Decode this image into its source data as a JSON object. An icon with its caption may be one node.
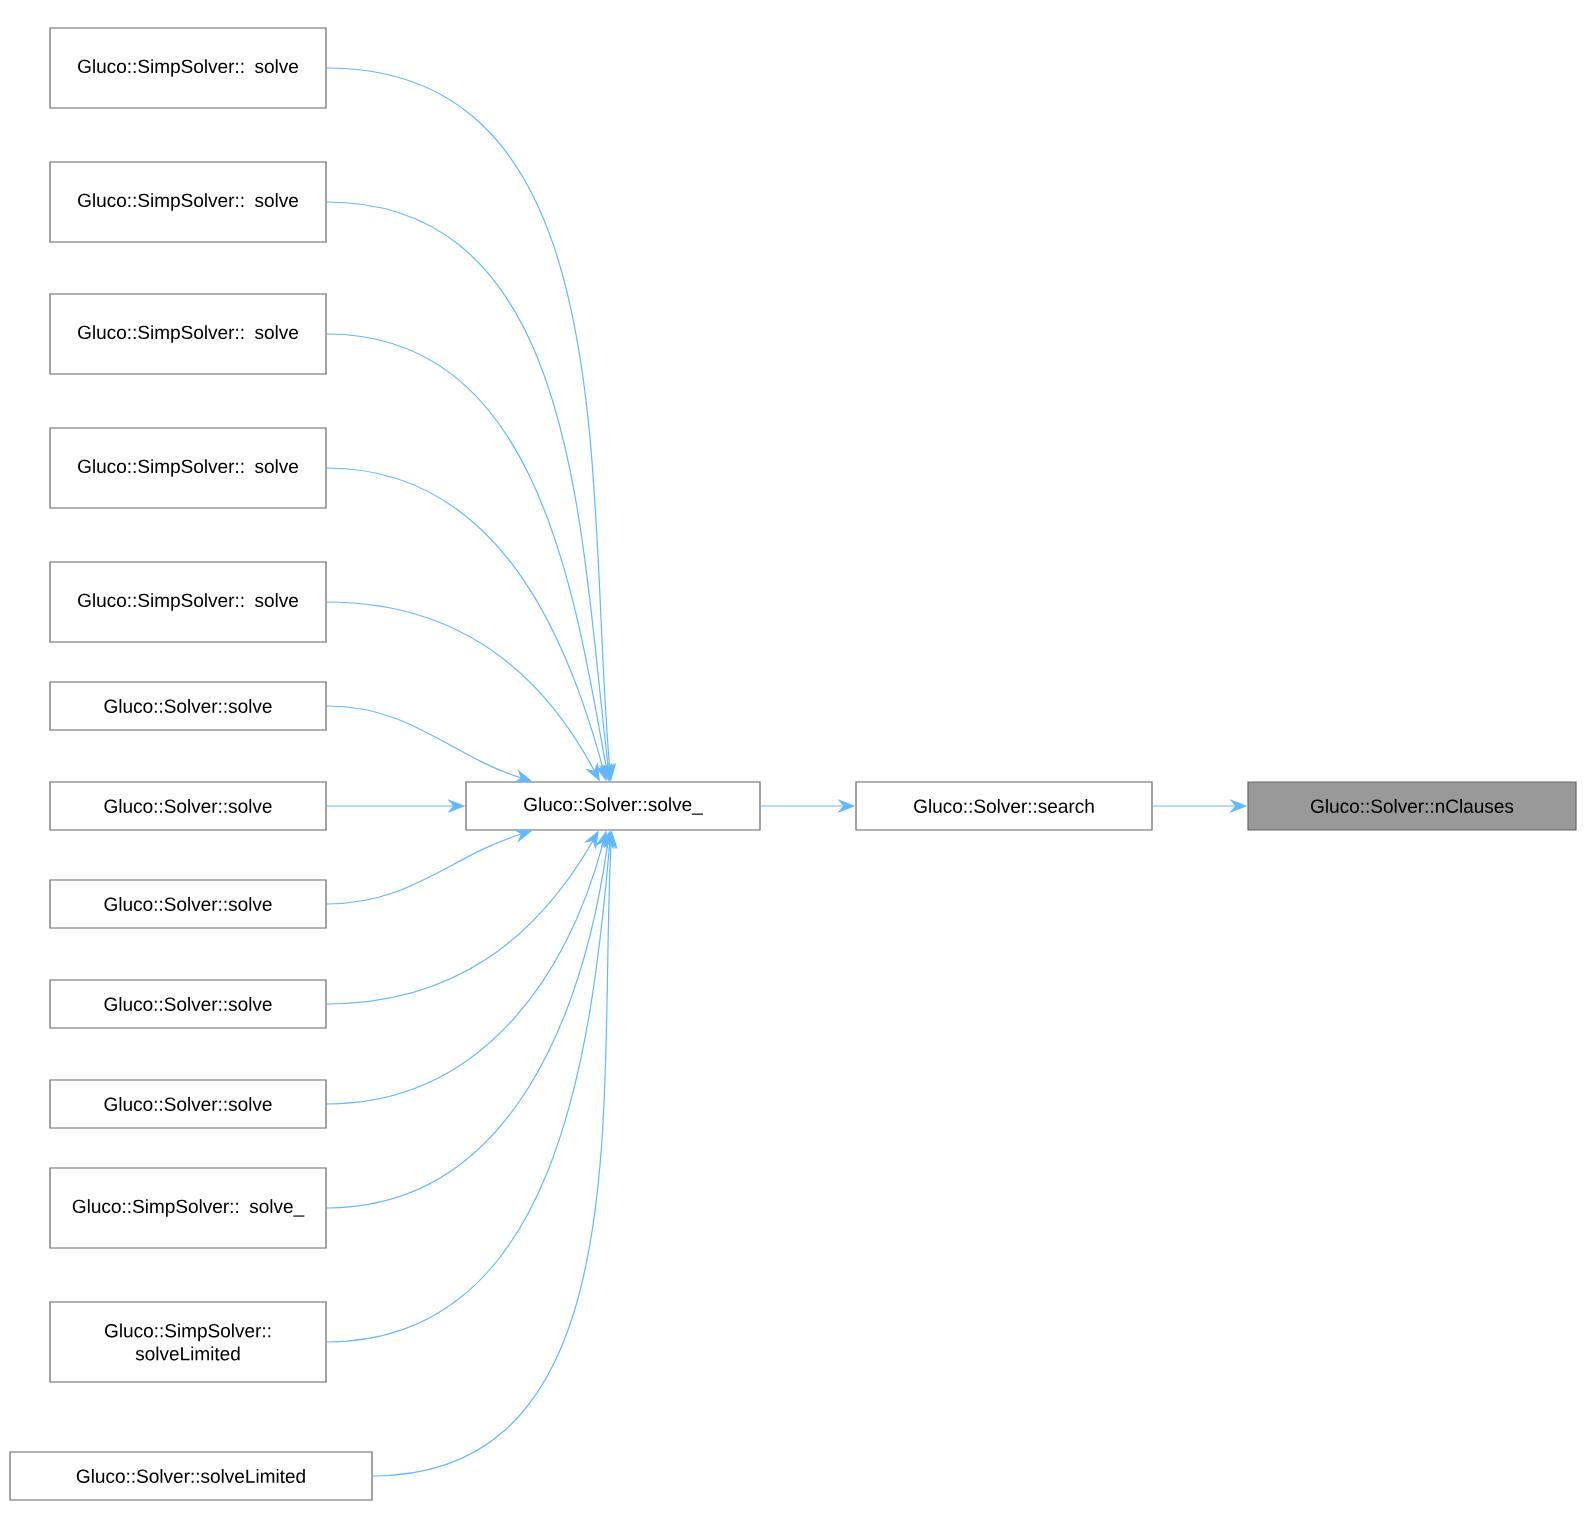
{
  "diagram": {
    "nodes": [
      {
        "text": [
          "Gluco::SimpSolver:: solve"
        ]
      },
      {
        "text": [
          "Gluco::SimpSolver:: solve"
        ]
      },
      {
        "text": [
          "Gluco::SimpSolver:: solve"
        ]
      },
      {
        "text": [
          "Gluco::SimpSolver:: solve"
        ]
      },
      {
        "text": [
          "Gluco::SimpSolver:: solve"
        ]
      },
      {
        "text": [
          "Gluco::Solver::solve"
        ]
      },
      {
        "text": [
          "Gluco::Solver::solve"
        ]
      },
      {
        "text": [
          "Gluco::Solver::solve"
        ]
      },
      {
        "text": [
          "Gluco::Solver::solve"
        ]
      },
      {
        "text": [
          "Gluco::Solver::solve"
        ]
      },
      {
        "text": [
          "Gluco::SimpSolver:: solve_"
        ]
      },
      {
        "text": [
          "Gluco::SimpSolver:: solveLimited"
        ]
      },
      {
        "text": [
          "Gluco::Solver::solveLimited"
        ]
      },
      {
        "text": [
          "Gluco::Solver::solve_"
        ]
      },
      {
        "text": [
          "Gluco::Solver::search"
        ]
      },
      {
        "text": [
          "Gluco::Solver::nClauses"
        ]
      }
    ],
    "edges": [
      {
        "from": 0,
        "to": 13,
        "arrow": "to"
      },
      {
        "from": 1,
        "to": 13,
        "arrow": "to"
      },
      {
        "from": 2,
        "to": 13,
        "arrow": "to"
      },
      {
        "from": 3,
        "to": 13,
        "arrow": "to"
      },
      {
        "from": 4,
        "to": 13,
        "arrow": "to"
      },
      {
        "from": 5,
        "to": 13,
        "arrow": "to"
      },
      {
        "from": 6,
        "to": 13,
        "arrow": "to"
      },
      {
        "from": 7,
        "to": 13,
        "arrow": "to"
      },
      {
        "from": 8,
        "to": 13,
        "arrow": "to"
      },
      {
        "from": 9,
        "to": 13,
        "arrow": "to"
      },
      {
        "from": 10,
        "to": 13,
        "arrow": "to"
      },
      {
        "from": 11,
        "to": 13,
        "arrow": "to"
      },
      {
        "from": 12,
        "to": 13,
        "arrow": "to"
      },
      {
        "from": 13,
        "to": 14,
        "arrow": "to"
      },
      {
        "from": 14,
        "to": 15,
        "arrow": "to"
      }
    ]
  }
}
